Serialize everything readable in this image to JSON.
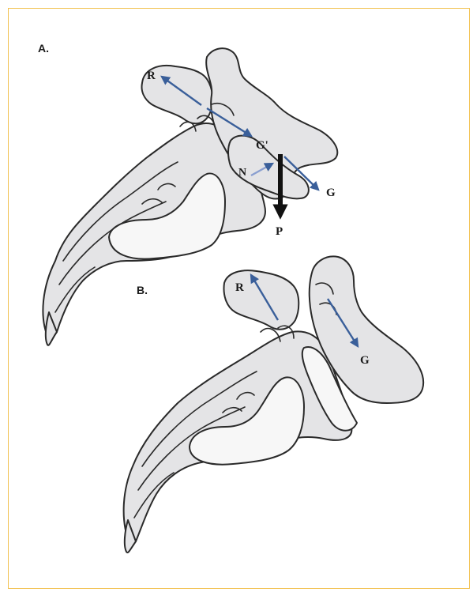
{
  "panels": [
    {
      "label": "A.",
      "force_labels": {
        "r": "R",
        "g_prime": "G'",
        "n": "N",
        "g": "G",
        "p": "P"
      }
    },
    {
      "label": "B.",
      "force_labels": {
        "r": "R",
        "g": "G"
      }
    }
  ],
  "colors": {
    "frame_border": "#f2c14e",
    "bone_fill": "#e4e4e6",
    "outline": "#2a2a2a",
    "force_arrow_blue": "#3a5f9a",
    "force_arrow_black": "#111111"
  },
  "icons": [
    "arrow-icon"
  ]
}
